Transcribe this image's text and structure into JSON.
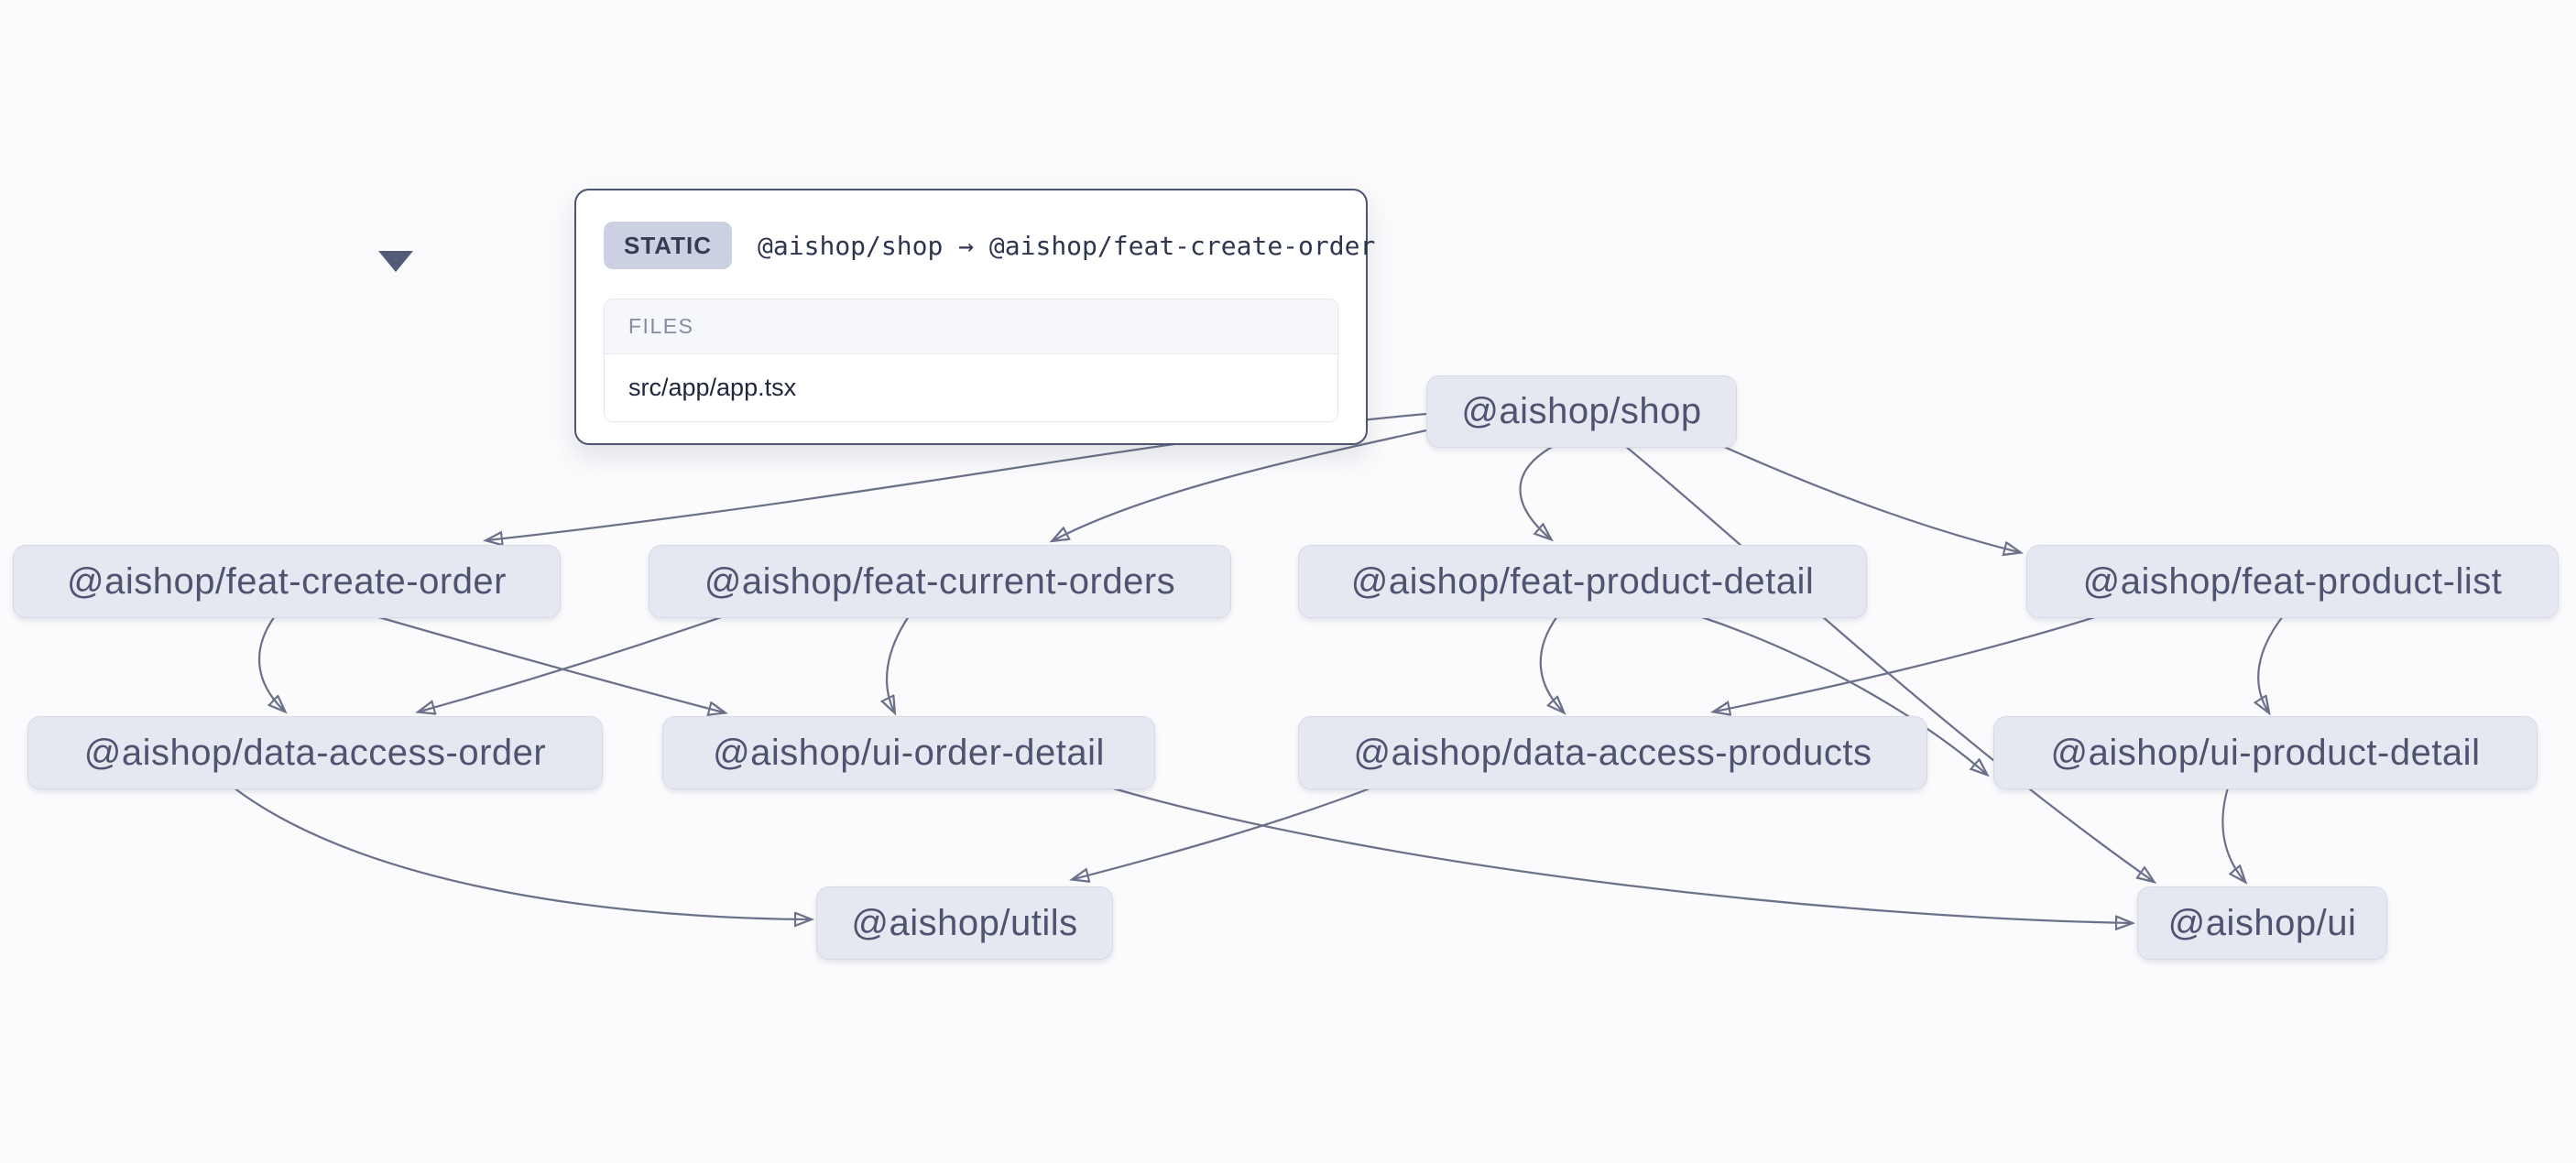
{
  "tooltip": {
    "badge": "STATIC",
    "relation": "@aishop/shop → @aishop/feat-create-order",
    "files_label": "FILES",
    "files": [
      "src/app/app.tsx"
    ],
    "file_0": "src/app/app.tsx"
  },
  "nodes": [
    {
      "id": "shop",
      "label": "@aishop/shop"
    },
    {
      "id": "feat-create-order",
      "label": "@aishop/feat-create-order"
    },
    {
      "id": "feat-current-orders",
      "label": "@aishop/feat-current-orders"
    },
    {
      "id": "feat-product-detail",
      "label": "@aishop/feat-product-detail"
    },
    {
      "id": "feat-product-list",
      "label": "@aishop/feat-product-list"
    },
    {
      "id": "data-access-order",
      "label": "@aishop/data-access-order"
    },
    {
      "id": "ui-order-detail",
      "label": "@aishop/ui-order-detail"
    },
    {
      "id": "data-access-products",
      "label": "@aishop/data-access-products"
    },
    {
      "id": "ui-product-detail",
      "label": "@aishop/ui-product-detail"
    },
    {
      "id": "utils",
      "label": "@aishop/utils"
    },
    {
      "id": "ui",
      "label": "@aishop/ui"
    }
  ],
  "edges": [
    {
      "from": "shop",
      "to": "feat-create-order",
      "type": "static",
      "hovered": true
    },
    {
      "from": "shop",
      "to": "feat-current-orders"
    },
    {
      "from": "shop",
      "to": "feat-product-detail"
    },
    {
      "from": "shop",
      "to": "feat-product-list"
    },
    {
      "from": "shop",
      "to": "ui"
    },
    {
      "from": "feat-create-order",
      "to": "data-access-order"
    },
    {
      "from": "feat-create-order",
      "to": "ui-order-detail"
    },
    {
      "from": "feat-current-orders",
      "to": "data-access-order"
    },
    {
      "from": "feat-current-orders",
      "to": "ui-order-detail"
    },
    {
      "from": "feat-product-detail",
      "to": "data-access-products"
    },
    {
      "from": "feat-product-detail",
      "to": "ui-product-detail"
    },
    {
      "from": "feat-product-list",
      "to": "data-access-products"
    },
    {
      "from": "feat-product-list",
      "to": "ui-product-detail"
    },
    {
      "from": "data-access-order",
      "to": "utils"
    },
    {
      "from": "data-access-products",
      "to": "utils"
    },
    {
      "from": "ui-order-detail",
      "to": "ui"
    },
    {
      "from": "ui-product-detail",
      "to": "ui"
    }
  ],
  "colors": {
    "background": "#fbfbfd",
    "node_fill": "#e5e7f1",
    "node_border": "#d7dae7",
    "node_text": "#4e5470",
    "edge": "#6b7189",
    "tooltip_border": "#4d5470",
    "badge_bg": "#cbd0e3",
    "badge_text": "#343b57",
    "files_header_bg": "#f6f7fb",
    "files_label_text": "#858ba1"
  }
}
